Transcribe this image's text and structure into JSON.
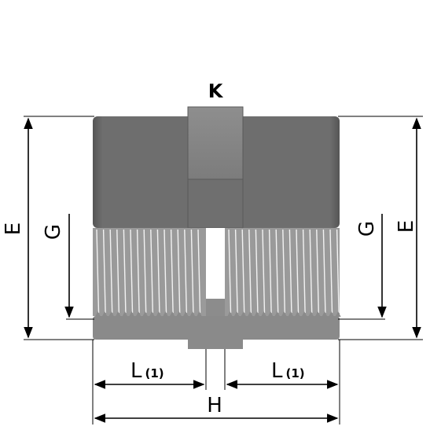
{
  "labels": {
    "k": "K",
    "e_left": "E",
    "e_right": "E",
    "g_left": "G",
    "g_right": "G",
    "l_left": "L",
    "l_left_note": "(1)",
    "l_right": "L",
    "l_right_note": "(1)",
    "h": "H"
  },
  "colors": {
    "body_dark": "#6e6e6e",
    "body_shadow": "#585858",
    "hex_top": "#8c8c8c",
    "hex_mid": "#7a7a7a",
    "thread": "#9a9a9a",
    "bottom_band": "#8a8a8a",
    "line": "#000000"
  }
}
